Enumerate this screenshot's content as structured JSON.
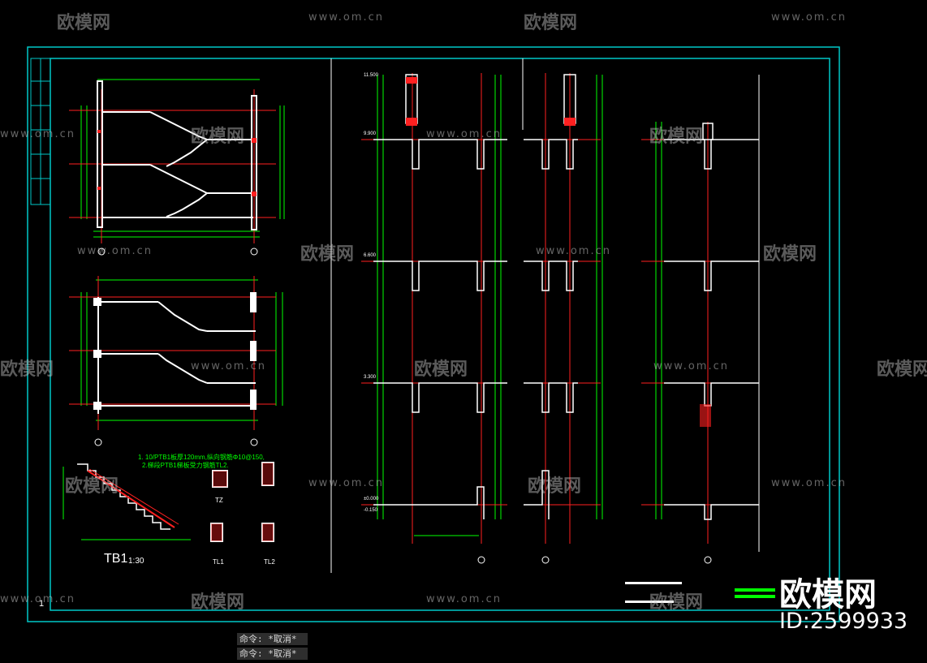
{
  "watermark": {
    "brand": "欧模网",
    "url": "www.om.cn"
  },
  "drawing": {
    "detail_title": "TB1",
    "detail_scale": "1:30",
    "beam_labels": [
      "TZ",
      "TL1",
      "TL2"
    ],
    "note_line1": "1. 10/PTB1板厚120mm,纵向钢筋Φ10@150,",
    "note_line2": "2.梯段PTB1梯板受力钢筋TL2.",
    "sheet_number": "1",
    "elevations": [
      "-0.150",
      "±0.000",
      "3.300",
      "6.600",
      "9.900",
      "11.500"
    ]
  },
  "command_line": {
    "line1": "命令: *取消*",
    "line2": "命令: *取消*"
  },
  "brand_overlay": {
    "logo_text": "欧模网",
    "id_text": "ID:2599933"
  },
  "colors": {
    "background": "#000000",
    "frame": "#00c8c8",
    "red": "#ff2020",
    "green": "#00ff00",
    "white": "#ffffff",
    "yellow": "#ffff00"
  }
}
